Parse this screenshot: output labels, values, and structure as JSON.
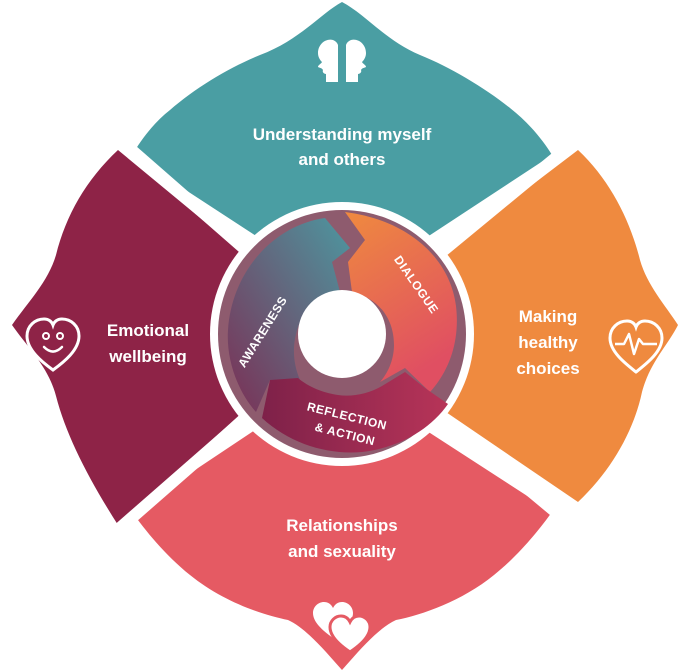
{
  "colors": {
    "teal": "#4a9ea3",
    "orange": "#ef8a3f",
    "coral": "#e55a63",
    "maroon": "#8e2347",
    "center_ring": "#7a3e55",
    "white": "#ffffff"
  },
  "quadrants": {
    "top": {
      "label_line1": "Understanding myself",
      "label_line2": "and others",
      "icon": "two-faces-icon"
    },
    "right": {
      "label_line1": "Making",
      "label_line2": "healthy",
      "label_line3": "choices",
      "icon": "heartbeat-heart-icon"
    },
    "bottom": {
      "label_line1": "Relationships",
      "label_line2": "and sexuality",
      "icon": "two-hearts-icon"
    },
    "left": {
      "label_line1": "Emotional",
      "label_line2": "wellbeing",
      "icon": "smiling-heart-icon"
    }
  },
  "cycle": {
    "awareness": "AWARENESS",
    "dialogue": "DIALOGUE",
    "reflection_line1": "REFLECTION",
    "reflection_line2": "& ACTION"
  }
}
